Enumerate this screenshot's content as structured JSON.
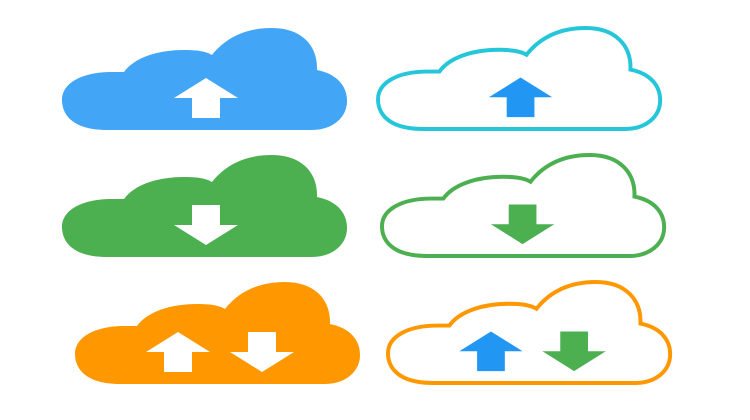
{
  "icons": [
    {
      "name": "cloud-upload-filled-icon",
      "style": "filled",
      "cloud_color": "#42A5F5",
      "arrows": [
        {
          "direction": "up",
          "color": "#FFFFFF"
        }
      ]
    },
    {
      "name": "cloud-upload-outline-icon",
      "style": "outline",
      "cloud_color": "#26C6DA",
      "arrows": [
        {
          "direction": "up",
          "color": "#2196F3"
        }
      ]
    },
    {
      "name": "cloud-download-filled-icon",
      "style": "filled",
      "cloud_color": "#4CAF50",
      "arrows": [
        {
          "direction": "down",
          "color": "#FFFFFF"
        }
      ]
    },
    {
      "name": "cloud-download-outline-icon",
      "style": "outline",
      "cloud_color": "#4CAF50",
      "arrows": [
        {
          "direction": "down",
          "color": "#4CAF50"
        }
      ]
    },
    {
      "name": "cloud-sync-filled-icon",
      "style": "filled",
      "cloud_color": "#FF9800",
      "arrows": [
        {
          "direction": "up",
          "color": "#FFFFFF"
        },
        {
          "direction": "down",
          "color": "#FFFFFF"
        }
      ]
    },
    {
      "name": "cloud-sync-outline-icon",
      "style": "outline",
      "cloud_color": "#FF9800",
      "arrows": [
        {
          "direction": "up",
          "color": "#2196F3"
        },
        {
          "direction": "down",
          "color": "#4CAF50"
        }
      ]
    }
  ],
  "background": "#FFFFFF"
}
